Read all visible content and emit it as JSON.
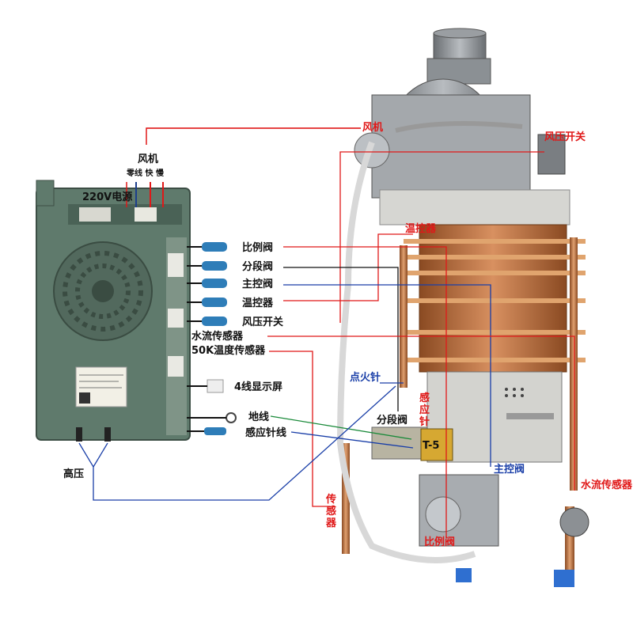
{
  "controller": {
    "top_labels": {
      "fan": "风机",
      "fan_pins": "零线 快 慢",
      "power": "220V电源"
    },
    "connectors": {
      "proportional_valve": "比例阀",
      "segment_valve": "分段阀",
      "main_valve": "主控阀",
      "thermostat": "温控器",
      "air_pressure_switch": "风压开关",
      "water_flow_sensor": "水流传感器",
      "temp_sensor_50k": "50K温度传感器",
      "display_4wire": "4线显示屏",
      "ground_wire": "地线",
      "sense_needle_wire": "感应针线"
    },
    "high_voltage": "高压"
  },
  "heater": {
    "fan": "风机",
    "air_pressure_switch": "风压开关",
    "thermostat": "温控器",
    "ignition_needle": "点火针",
    "sense_needle": "感应针",
    "segment_valve": "分段阀",
    "main_valve": "主控阀",
    "water_flow_sensor": "水流传感器",
    "sensor": "传感器",
    "proportional_valve": "比例阀",
    "stamp": "T-5"
  },
  "colors": {
    "red_label": "#e01818",
    "blue_label": "#1a3fa8",
    "copper": "#c07a45",
    "controller_body": "#5f7a6c"
  }
}
